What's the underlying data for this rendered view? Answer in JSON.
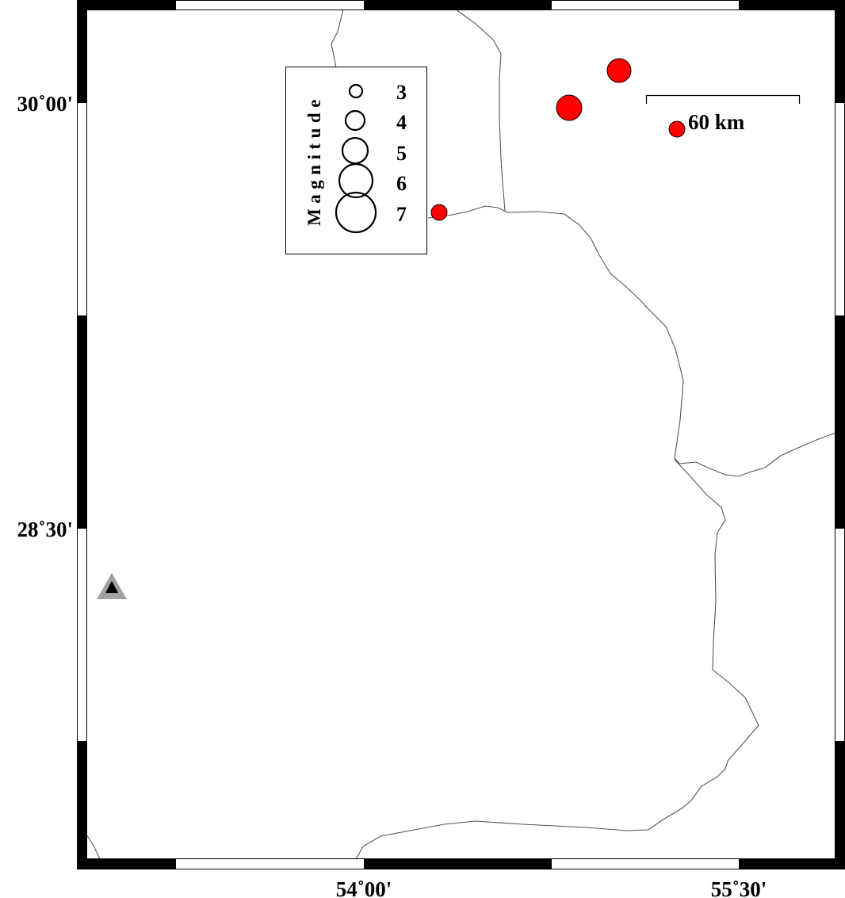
{
  "map": {
    "axis_labels": {
      "lat_top": "30˚00'",
      "lat_bottom": "28˚30'",
      "lon_left": "54˚00'",
      "lon_right": "55˚30'"
    },
    "legend": {
      "title": "Magnitude",
      "entries": [
        "3",
        "4",
        "5",
        "6",
        "7"
      ]
    },
    "scale_bar": {
      "label": "60 km"
    },
    "colors": {
      "event_fill": "#ff0000",
      "station_outer": "#a0a0a0",
      "station_inner": "#000000",
      "frame": "#000000",
      "border_line": "#555555"
    },
    "station": {
      "symbol": "triangle-icon"
    }
  }
}
